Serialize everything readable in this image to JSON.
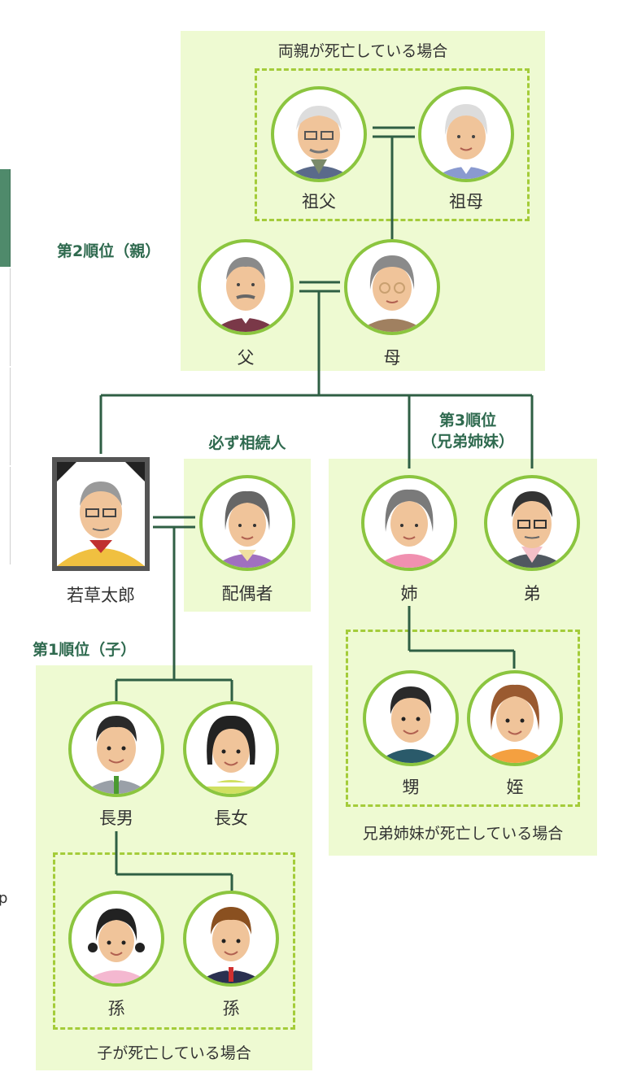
{
  "labels": {
    "parents_dead": "両親が死亡している場合",
    "siblings_dead": "兄弟姉妹が死亡している場合",
    "children_dead": "子が死亡している場合",
    "always_heir": "必ず相続人",
    "rank2": "第2順位（親）",
    "rank3_line1": "第3順位",
    "rank3_line2": "（兄弟姉妹）",
    "rank1": "第1順位（子）",
    "stray_char": "p"
  },
  "people": {
    "grandfather": "祖父",
    "grandmother": "祖母",
    "father": "父",
    "mother": "母",
    "deceased": "若草太郎",
    "spouse": "配偶者",
    "elder_sister": "姉",
    "younger_brother": "弟",
    "nephew": "甥",
    "niece": "姪",
    "eldest_son": "長男",
    "eldest_daughter": "長女",
    "grandchild_1": "孫",
    "grandchild_2": "孫"
  },
  "colors": {
    "panel": "#eefad2",
    "dashed_border": "#a4cc3a",
    "circle_border": "#8bc53f",
    "connector": "#2f5f44",
    "rank_text": "#2f6a4f",
    "left_tab": "#4f8a6b"
  }
}
